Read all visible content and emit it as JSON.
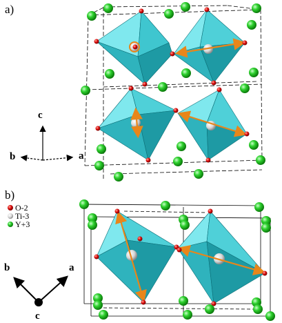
{
  "panels": {
    "a": {
      "label": "a)"
    },
    "b": {
      "label": "b)"
    }
  },
  "axes_a": {
    "c": "c",
    "b": "b",
    "a": "a"
  },
  "axes_b": {
    "b": "b",
    "a": "a",
    "c": "c"
  },
  "legend": [
    {
      "label": "O-2",
      "color": "#e01010"
    },
    {
      "label": "Ti-3",
      "color": "#d8d8d8"
    },
    {
      "label": "Y+3",
      "color": "#22cc22"
    }
  ],
  "colors": {
    "octahedron_light": "#6fe3ea",
    "octahedron_mid": "#3fc6cf",
    "octahedron_dark": "#1e9aa4",
    "arrow": "#e8861a",
    "bond_line": "#000000"
  }
}
